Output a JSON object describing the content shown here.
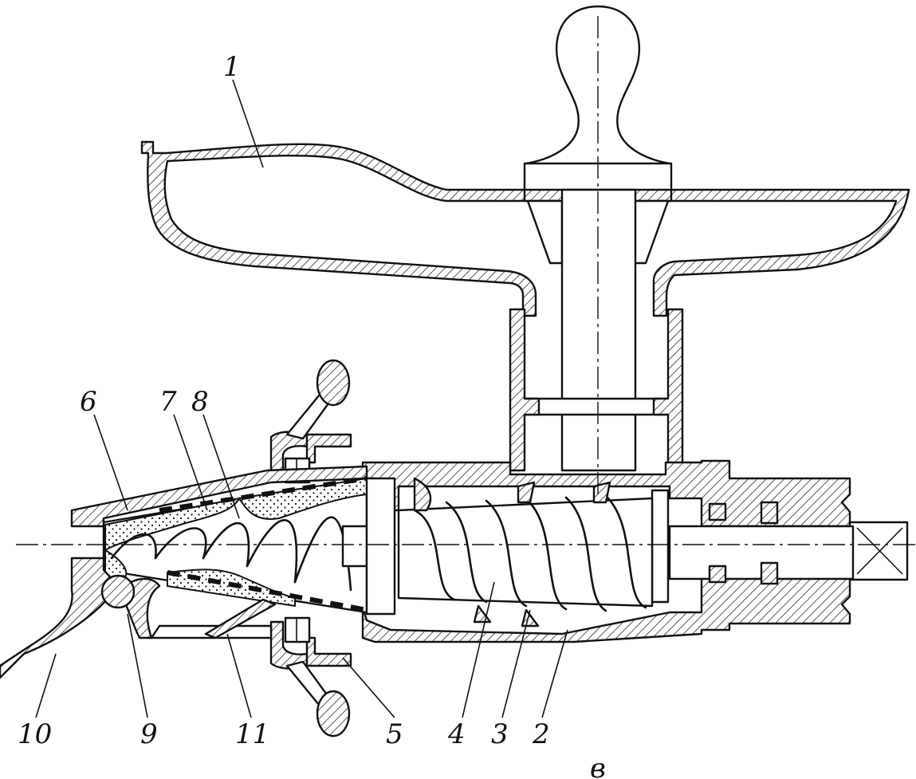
{
  "figure": {
    "caption": "в",
    "labels": [
      {
        "id": "1",
        "text": "1"
      },
      {
        "id": "2",
        "text": "2"
      },
      {
        "id": "3",
        "text": "3"
      },
      {
        "id": "4",
        "text": "4"
      },
      {
        "id": "5",
        "text": "5"
      },
      {
        "id": "6",
        "text": "6"
      },
      {
        "id": "7",
        "text": "7"
      },
      {
        "id": "8",
        "text": "8"
      },
      {
        "id": "9",
        "text": "9"
      },
      {
        "id": "10",
        "text": "10"
      },
      {
        "id": "11",
        "text": "11"
      }
    ]
  }
}
